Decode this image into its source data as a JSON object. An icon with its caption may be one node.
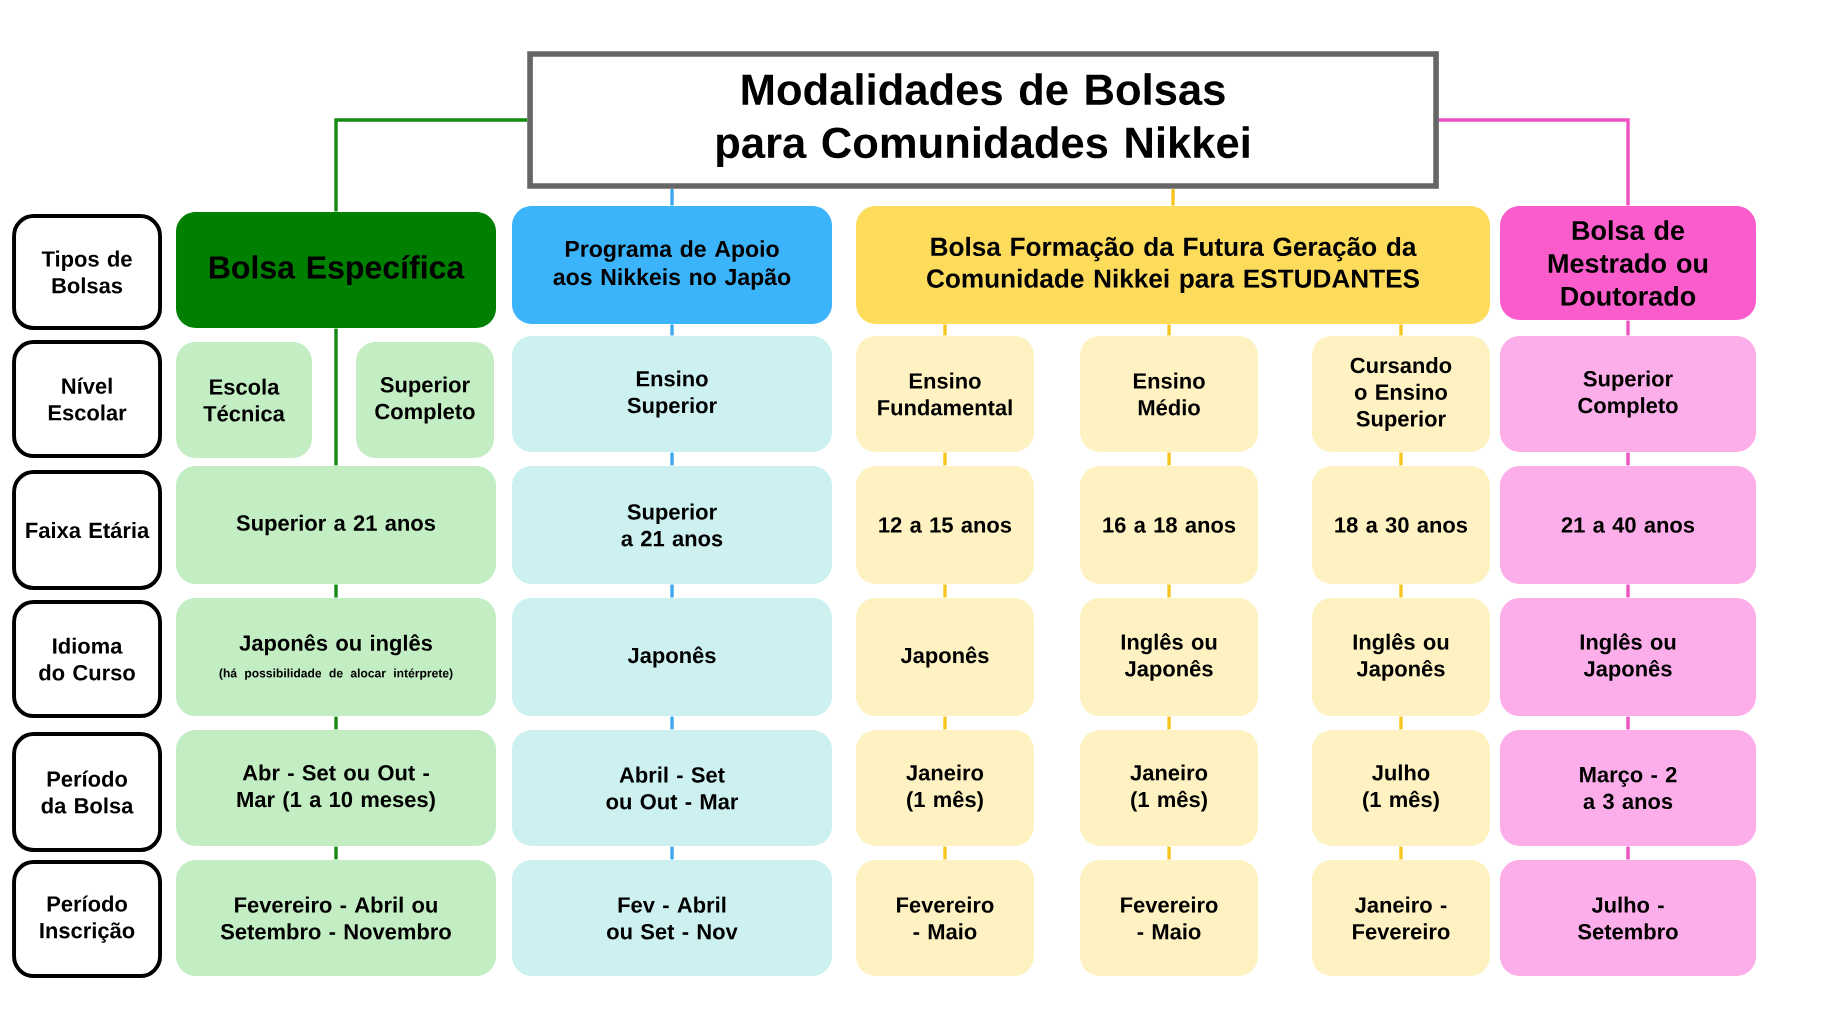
{
  "diagram": {
    "nodes": [
      {
        "text": [
          "Modalidades de Bolsas para Comunidades Nikkei"
        ]
      },
      {
        "text": [
          "Tipos de Bolsas"
        ]
      },
      {
        "text": [
          "Nível Escolar"
        ]
      },
      {
        "text": [
          "Faixa Etária"
        ]
      },
      {
        "text": [
          "Idioma do Curso"
        ]
      },
      {
        "text": [
          "Período da Bolsa"
        ]
      },
      {
        "text": [
          "Período Inscrição"
        ]
      },
      {
        "text": [
          "Bolsa Específica"
        ]
      },
      {
        "text": [
          "Escola Técnica"
        ]
      },
      {
        "text": [
          "Superior Completo"
        ]
      },
      {
        "text": [
          "Superior a 21 anos"
        ]
      },
      {
        "text": [
          "Japonês ou inglês",
          "(há possibilidade de alocar intérprete)"
        ]
      },
      {
        "text": [
          "Abr - Set ou Out - Mar (1 a 10 meses)"
        ]
      },
      {
        "text": [
          "Fevereiro - Abril ou Setembro - Novembro"
        ]
      },
      {
        "text": [
          "Programa de Apoio aos Nikkeis no Japão"
        ]
      },
      {
        "text": [
          "Ensino Superior"
        ]
      },
      {
        "text": [
          "Superior a 21 anos"
        ]
      },
      {
        "text": [
          "Japonês"
        ]
      },
      {
        "text": [
          "Abril - Set ou Out - Mar"
        ]
      },
      {
        "text": [
          "Fev - Abril ou Set - Nov"
        ]
      },
      {
        "text": [
          "Bolsa Formação da Futura Geração da Comunidade Nikkei para ESTUDANTES"
        ]
      },
      {
        "text": [
          "Ensino Fundamental"
        ]
      },
      {
        "text": [
          "12 a 15 anos"
        ]
      },
      {
        "text": [
          "Japonês"
        ]
      },
      {
        "text": [
          "Janeiro (1 mês)"
        ]
      },
      {
        "text": [
          "Fevereiro - Maio"
        ]
      },
      {
        "text": [
          "Ensino Médio"
        ]
      },
      {
        "text": [
          "16 a 18 anos"
        ]
      },
      {
        "text": [
          "Inglês ou Japonês"
        ]
      },
      {
        "text": [
          "Janeiro (1 mês)"
        ]
      },
      {
        "text": [
          "Fevereiro - Maio"
        ]
      },
      {
        "text": [
          "Cursando o Ensino Superior"
        ]
      },
      {
        "text": [
          "18 a 30 anos"
        ]
      },
      {
        "text": [
          "Inglês ou Japonês"
        ]
      },
      {
        "text": [
          "Julho (1 mês)"
        ]
      },
      {
        "text": [
          "Janeiro - Fevereiro"
        ]
      },
      {
        "text": [
          "Bolsa de Mestrado ou Doutorado"
        ]
      },
      {
        "text": [
          "Superior Completo"
        ]
      },
      {
        "text": [
          "21 a 40 anos"
        ]
      },
      {
        "text": [
          "Inglês ou Japonês"
        ]
      },
      {
        "text": [
          "Março - 2 a 3 anos"
        ]
      },
      {
        "text": [
          "Julho - Setembro"
        ]
      }
    ],
    "edges": [
      {
        "from": 0,
        "to": 7,
        "arrow": "none",
        "color": "#138a13"
      },
      {
        "from": 0,
        "to": 14,
        "arrow": "none",
        "color": "#3ca8f0"
      },
      {
        "from": 0,
        "to": 20,
        "arrow": "none",
        "color": "#f7c51e"
      },
      {
        "from": 0,
        "to": 36,
        "arrow": "none",
        "color": "#f050c0"
      },
      {
        "from": 7,
        "to": 10,
        "arrow": "none",
        "color": "#138a13"
      },
      {
        "from": 10,
        "to": 11,
        "arrow": "none",
        "color": "#138a13"
      },
      {
        "from": 11,
        "to": 12,
        "arrow": "none",
        "color": "#138a13"
      },
      {
        "from": 12,
        "to": 13,
        "arrow": "none",
        "color": "#138a13"
      },
      {
        "from": 14,
        "to": 15,
        "arrow": "none",
        "color": "#3ca8f0"
      },
      {
        "from": 15,
        "to": 16,
        "arrow": "none",
        "color": "#3ca8f0"
      },
      {
        "from": 16,
        "to": 17,
        "arrow": "none",
        "color": "#3ca8f0"
      },
      {
        "from": 17,
        "to": 18,
        "arrow": "none",
        "color": "#3ca8f0"
      },
      {
        "from": 18,
        "to": 19,
        "arrow": "none",
        "color": "#3ca8f0"
      },
      {
        "from": 20,
        "to": 21,
        "arrow": "none",
        "color": "#f7c51e"
      },
      {
        "from": 21,
        "to": 22,
        "arrow": "none",
        "color": "#f7c51e"
      },
      {
        "from": 22,
        "to": 23,
        "arrow": "none",
        "color": "#f7c51e"
      },
      {
        "from": 23,
        "to": 24,
        "arrow": "none",
        "color": "#f7c51e"
      },
      {
        "from": 24,
        "to": 25,
        "arrow": "none",
        "color": "#f7c51e"
      },
      {
        "from": 20,
        "to": 26,
        "arrow": "none",
        "color": "#f7c51e"
      },
      {
        "from": 26,
        "to": 27,
        "arrow": "none",
        "color": "#f7c51e"
      },
      {
        "from": 27,
        "to": 28,
        "arrow": "none",
        "color": "#f7c51e"
      },
      {
        "from": 28,
        "to": 29,
        "arrow": "none",
        "color": "#f7c51e"
      },
      {
        "from": 29,
        "to": 30,
        "arrow": "none",
        "color": "#f7c51e"
      },
      {
        "from": 20,
        "to": 31,
        "arrow": "none",
        "color": "#f7c51e"
      },
      {
        "from": 31,
        "to": 32,
        "arrow": "none",
        "color": "#f7c51e"
      },
      {
        "from": 32,
        "to": 33,
        "arrow": "none",
        "color": "#f7c51e"
      },
      {
        "from": 33,
        "to": 34,
        "arrow": "none",
        "color": "#f7c51e"
      },
      {
        "from": 34,
        "to": 35,
        "arrow": "none",
        "color": "#f7c51e"
      },
      {
        "from": 36,
        "to": 37,
        "arrow": "none",
        "color": "#f050c0"
      },
      {
        "from": 37,
        "to": 38,
        "arrow": "none",
        "color": "#f050c0"
      },
      {
        "from": 38,
        "to": 39,
        "arrow": "none",
        "color": "#f050c0"
      },
      {
        "from": 39,
        "to": 40,
        "arrow": "none",
        "color": "#f050c0"
      },
      {
        "from": 40,
        "to": 41,
        "arrow": "none",
        "color": "#f050c0"
      }
    ]
  }
}
